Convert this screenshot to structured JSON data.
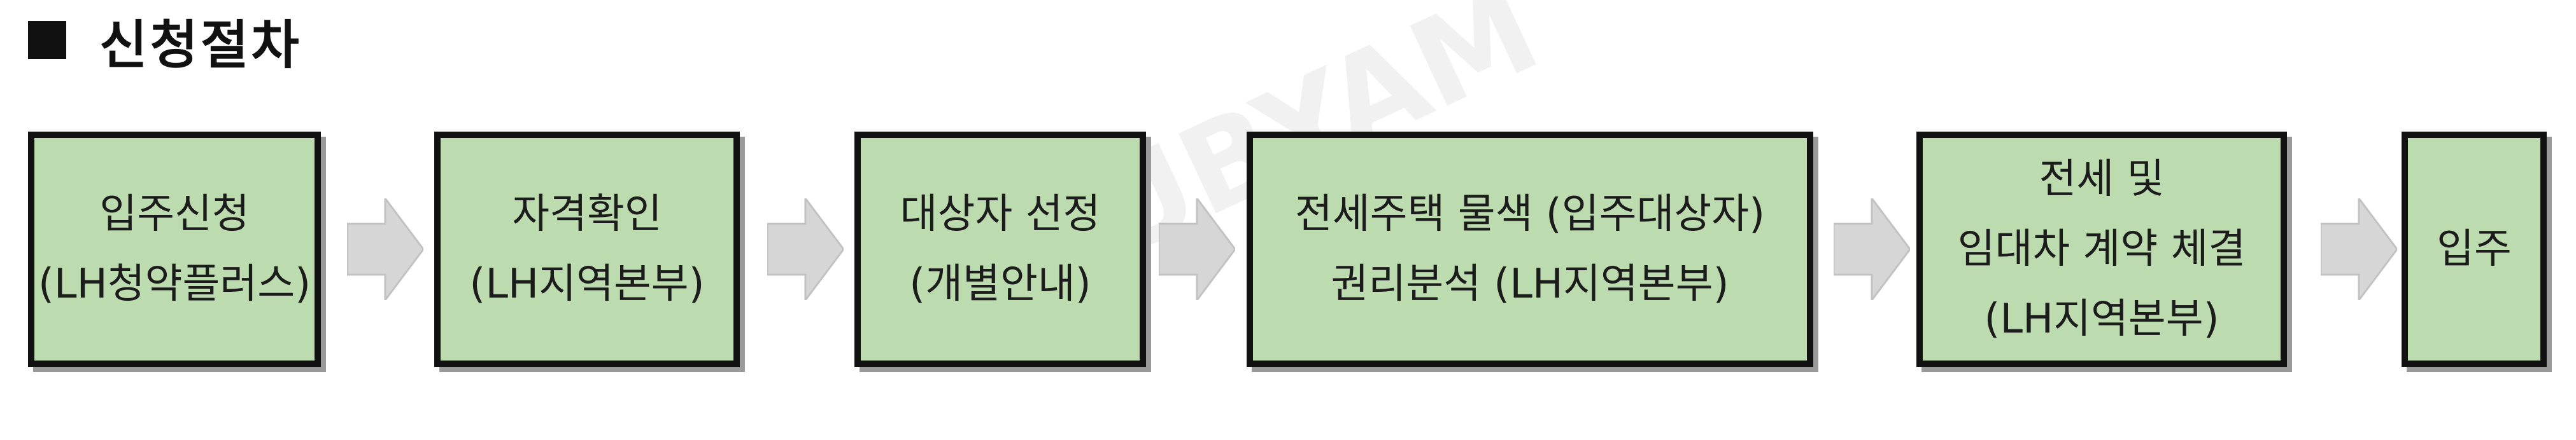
{
  "title": "신청절차",
  "steps": [
    {
      "lines": [
        "입주신청",
        "(LH청약플러스)"
      ]
    },
    {
      "lines": [
        "자격확인",
        "(LH지역본부)"
      ]
    },
    {
      "lines": [
        "대상자 선정",
        "(개별안내)"
      ]
    },
    {
      "lines": [
        "전세주택 물색 (입주대상자)",
        "권리분석 (LH지역본부)"
      ]
    },
    {
      "lines": [
        "전세 및",
        "임대차 계약 체결",
        "(LH지역본부)"
      ]
    },
    {
      "lines": [
        "입주"
      ]
    }
  ],
  "watermark": "@SUBYAM",
  "colors": {
    "box_fill": "#bcdcb0",
    "box_border": "#111111",
    "arrow_fill": "#d6d6d6"
  }
}
